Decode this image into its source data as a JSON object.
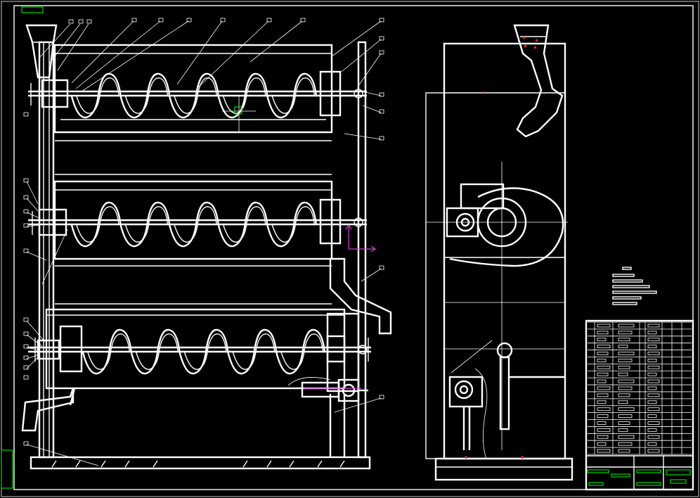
{
  "drawing": {
    "background": "#000000",
    "line_color": "#ffffff",
    "accent_green": "#00ff00",
    "accent_red": "#ff2a2a",
    "accent_magenta": "#d040d0",
    "views": [
      "front-elevation",
      "side-elevation"
    ],
    "auger_count": 3
  },
  "title_block": {
    "parts_rows": 19,
    "columns": 6
  }
}
